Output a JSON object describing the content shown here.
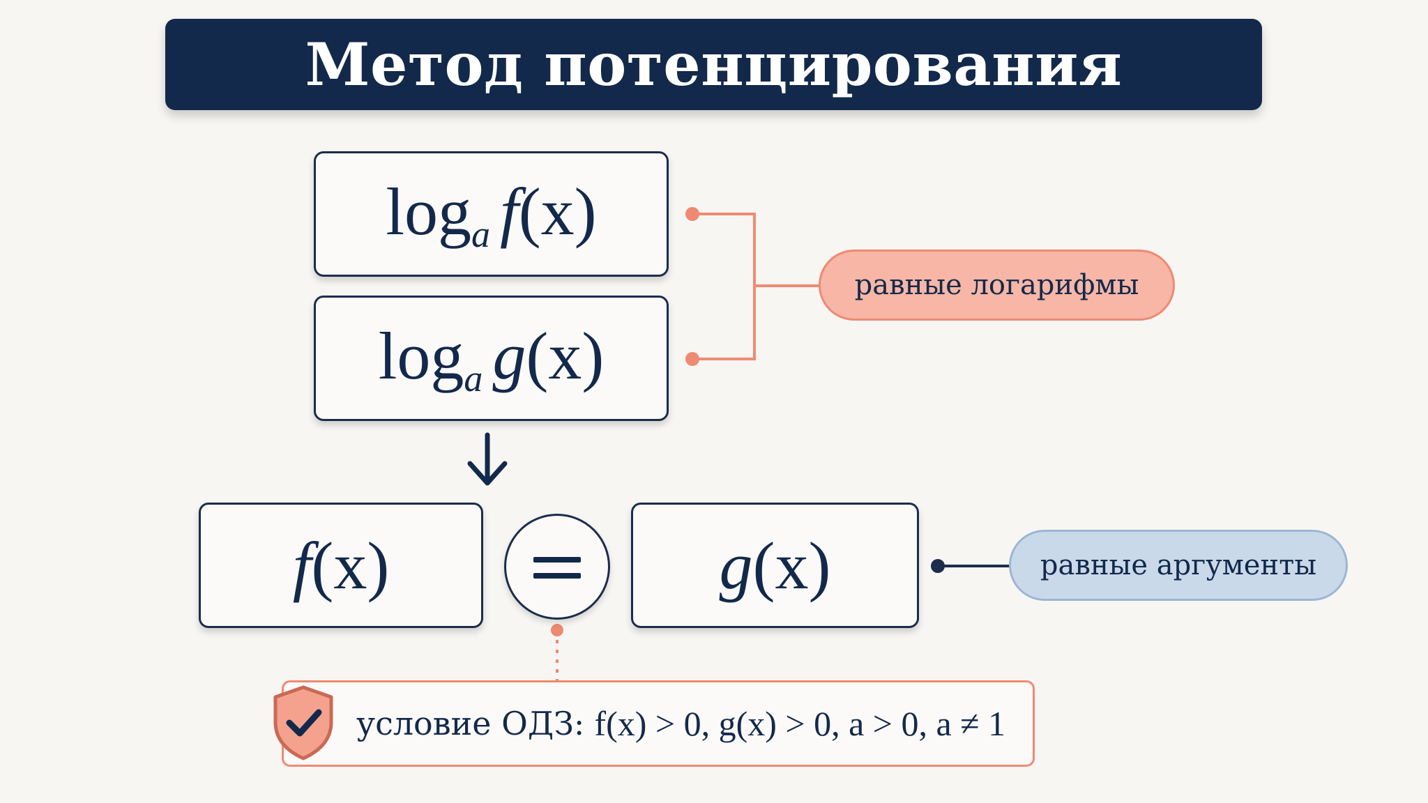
{
  "title": "Метод потенцирования",
  "expressions": {
    "log_f": {
      "base": "a",
      "func": "f",
      "arg": "(x)"
    },
    "log_g": {
      "base": "a",
      "func": "g",
      "arg": "(x)"
    },
    "f": {
      "func": "f",
      "arg": "(x)"
    },
    "g": {
      "func": "g",
      "arg": "(x)"
    }
  },
  "labels": {
    "equal_logs": "равные логарифмы",
    "equal_args": "равные аргументы",
    "odz_label": "условие ОДЗ:",
    "odz_condition": "f(x) > 0, g(x) > 0, a > 0, a ≠ 1"
  },
  "icons": {
    "arrow": "arrow-down-icon",
    "equals": "equals-icon",
    "shield": "shield-check-icon"
  },
  "colors": {
    "navy": "#13294b",
    "coral": "#ee8a72",
    "coral_fill": "#f7b6a6",
    "blue_fill": "#c9d9ea",
    "blue_border": "#9cb6d3",
    "background": "#f8f6f3"
  }
}
